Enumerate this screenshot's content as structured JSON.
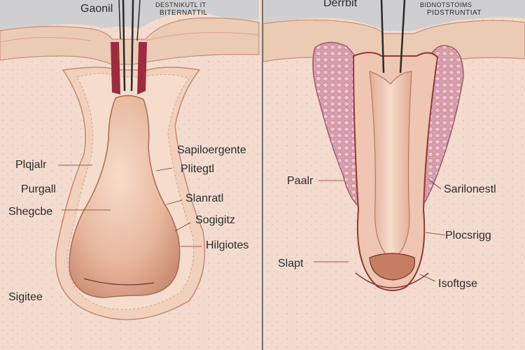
{
  "colors": {
    "background": "#f3dccf",
    "skin_surface": "#f2d7c6",
    "epidermis": "#eccbb4",
    "gray_band": "#cfcfd1",
    "structure": "#e7b99f",
    "gland": "#d59aa7",
    "line": "#7b2f2c",
    "divider": "#4a4a4a"
  },
  "left_panel": {
    "top_labels": {
      "a": "Gaonil",
      "b": "DESTNIKUTL IT",
      "c": "BITERNATTIL"
    },
    "labels": {
      "pulor": "Plqjalr",
      "purgall": "Purgall",
      "shegcbe": "Shegcbe",
      "sigitee": "Sigitee",
      "sapiloergente": "Sapiloergente",
      "plitegtl": "Plitegtl",
      "slanratl": "Slanratl",
      "sogigitz": "Sogigitz",
      "hilgiotes": "Hilgiotes"
    }
  },
  "right_panel": {
    "top_labels": {
      "a": "Derrbit",
      "b": "BIDNOTSTOIMS",
      "c": "PIDSTRUNTIAT"
    },
    "labels": {
      "paalr": "Paalr",
      "sarilonestl": "Sarilonestl",
      "plocsrigg": "Plocsrigg",
      "slapt": "Slapt",
      "isoftgse": "Isoftgse"
    }
  }
}
